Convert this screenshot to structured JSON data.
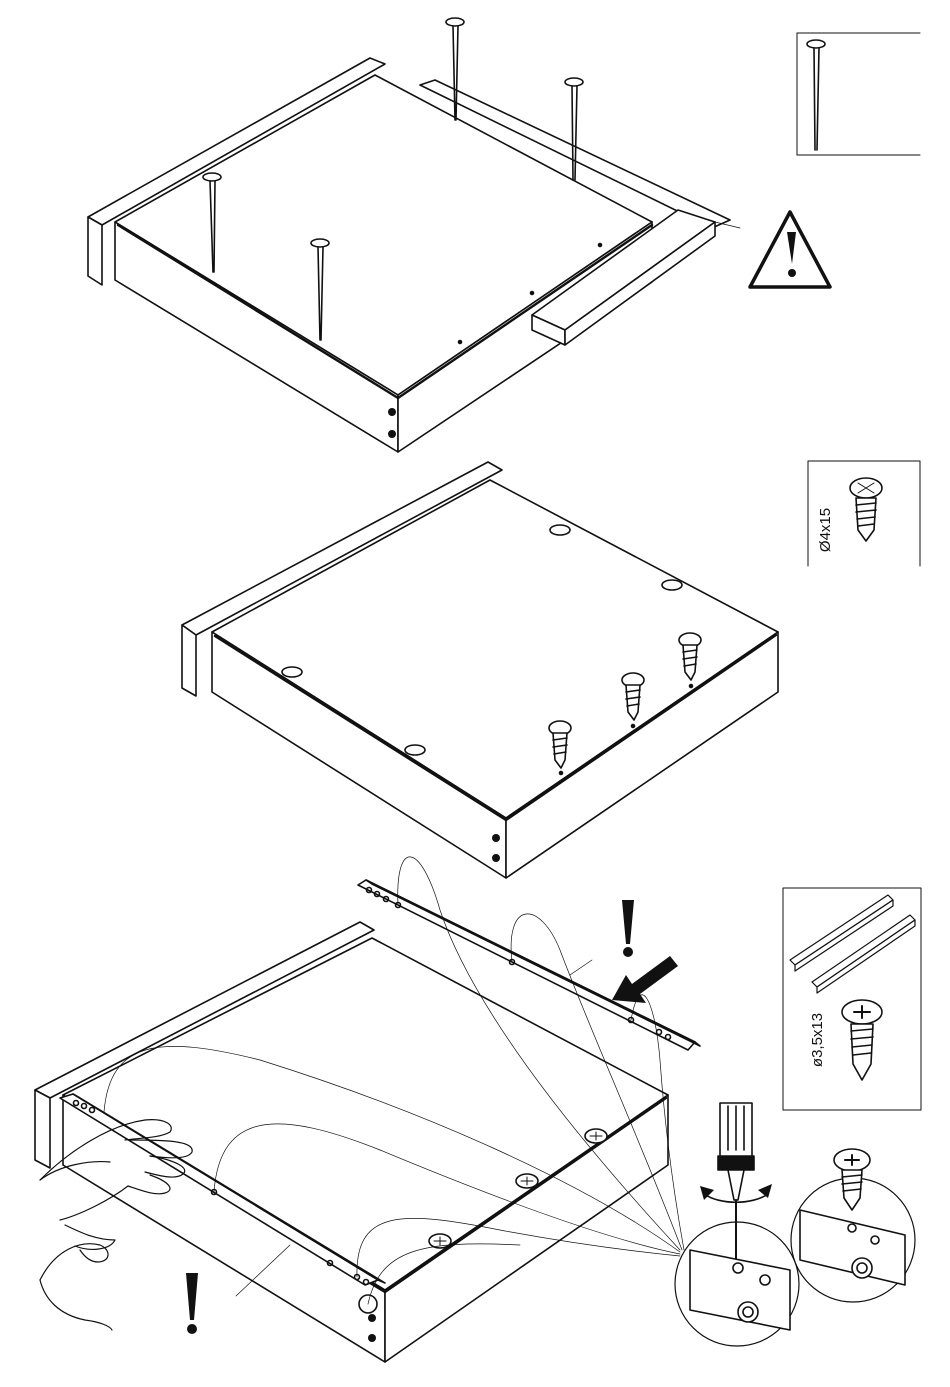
{
  "page": {
    "background": "#ffffff",
    "ink": "#111111"
  },
  "steps": [
    {
      "id": "step-1",
      "parts": {
        "icon": "nail-icon"
      },
      "warning_icon": "warning-triangle-icon"
    },
    {
      "id": "step-2",
      "parts": {
        "icon": "screw-icon",
        "label": "Ø4x15"
      }
    },
    {
      "id": "step-3",
      "parts": {
        "icons": [
          "drawer-rail-icon",
          "screw-icon"
        ],
        "label": "ø3,5x13"
      },
      "callouts": [
        "exclamation-icon",
        "arrow-icon",
        "screwdriver-icon",
        "hand-icon"
      ]
    }
  ]
}
